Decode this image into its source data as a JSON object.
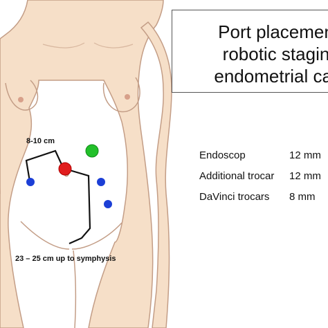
{
  "title": {
    "line1": "Port placemen",
    "line2": "robotic stagin",
    "line3": "endometrial car"
  },
  "legend": [
    {
      "label": "Endoscop",
      "value": "12 mm",
      "color": "#e11d1d"
    },
    {
      "label": "Additional trocar",
      "value": "12 mm",
      "color": "#22c02a"
    },
    {
      "label": "DaVinci trocars",
      "value": "8 mm",
      "color": "#1c3fd6"
    }
  ],
  "measurements": {
    "upper": "8-10 cm",
    "lower": "23 – 25 cm up to symphysis"
  },
  "colors": {
    "skin": "#f6dfc8",
    "outline": "#c39d86",
    "endoscope": "#e11d1d",
    "additional": "#22c02a",
    "davinci": "#1c3fd6"
  }
}
